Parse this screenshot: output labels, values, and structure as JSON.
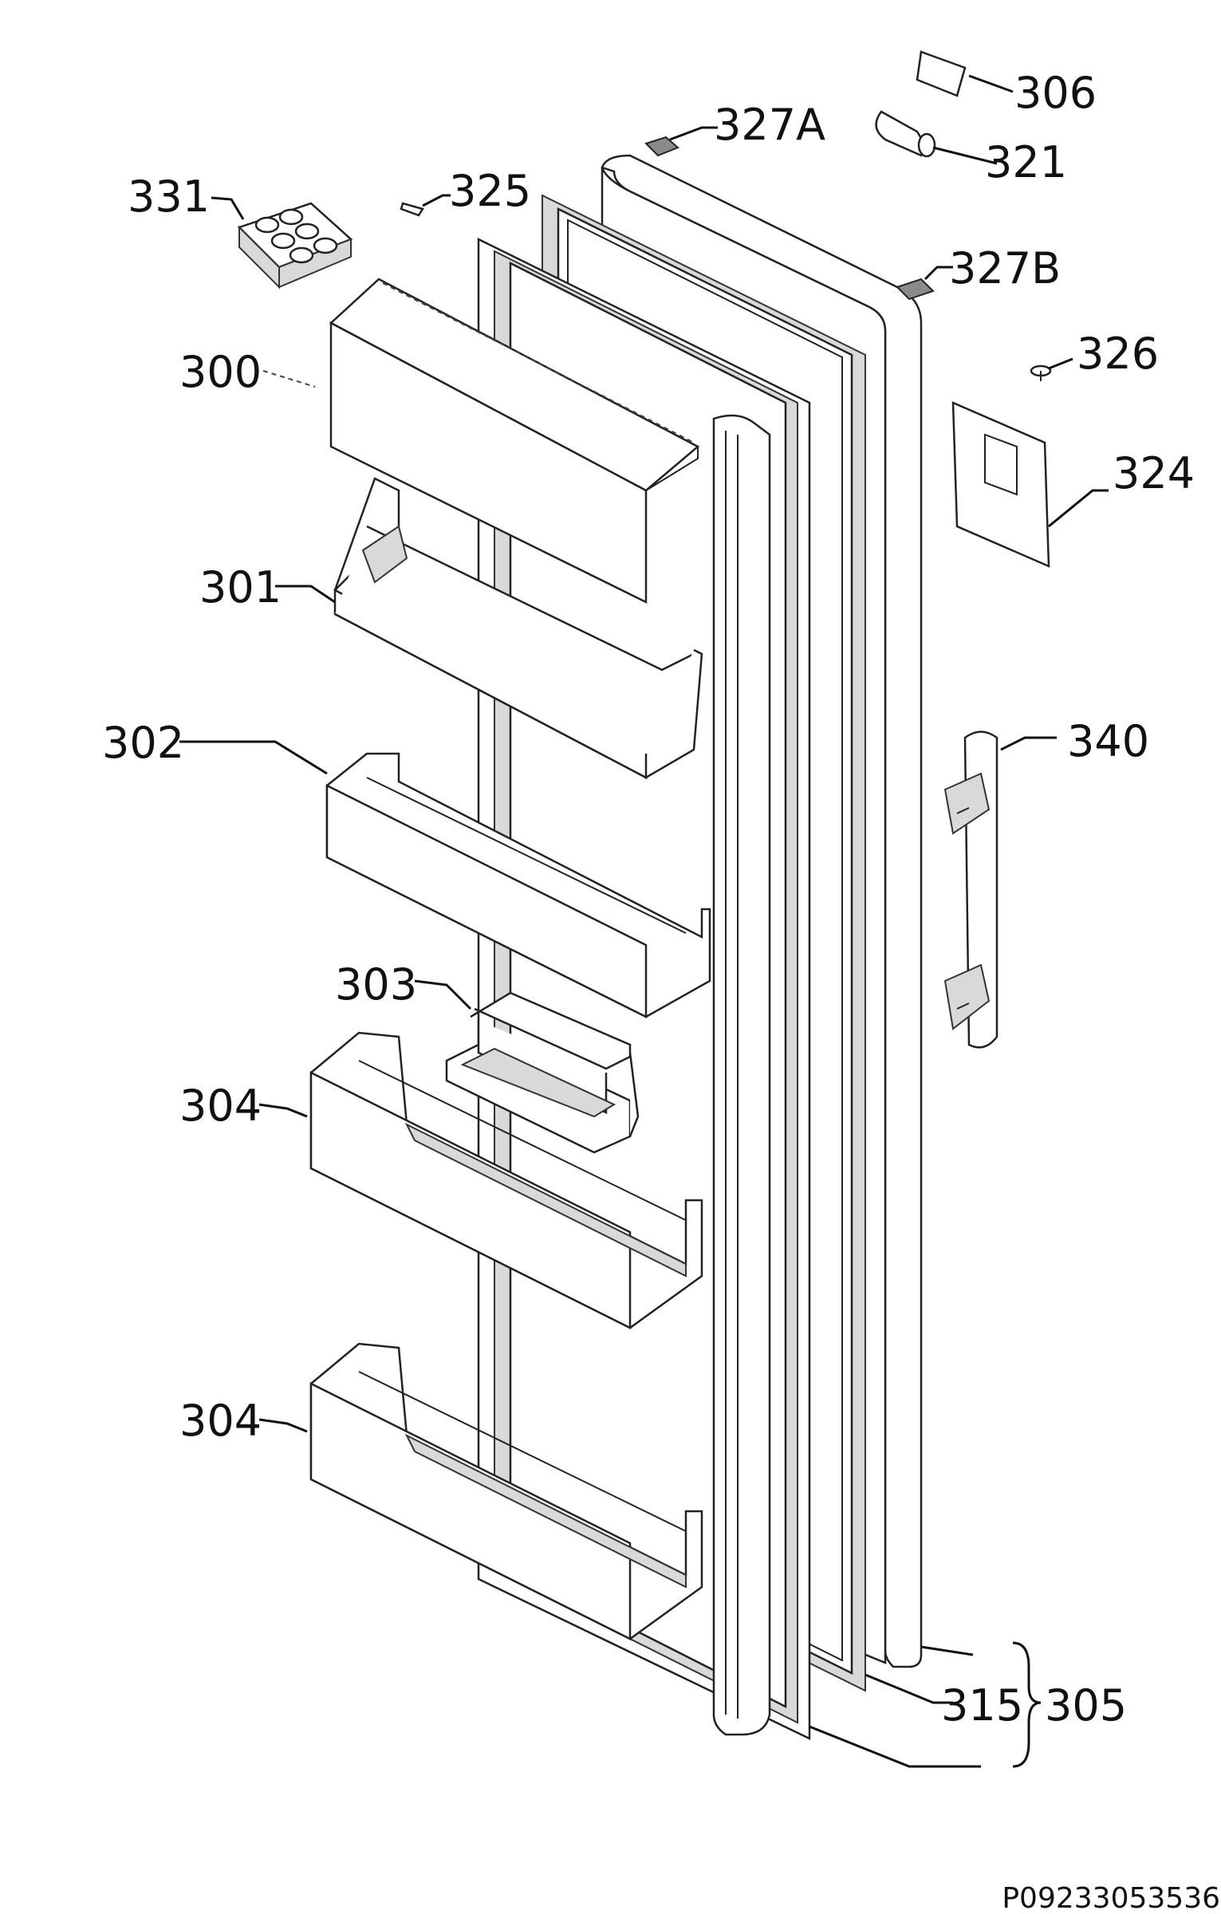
{
  "diagram": {
    "drawing_code": "P09233053536",
    "parts": [
      {
        "id": "306",
        "label": "306"
      },
      {
        "id": "321",
        "label": "321"
      },
      {
        "id": "327A",
        "label": "327A"
      },
      {
        "id": "325",
        "label": "325"
      },
      {
        "id": "331",
        "label": "331"
      },
      {
        "id": "327B",
        "label": "327B"
      },
      {
        "id": "326",
        "label": "326"
      },
      {
        "id": "300",
        "label": "300"
      },
      {
        "id": "324",
        "label": "324"
      },
      {
        "id": "301",
        "label": "301"
      },
      {
        "id": "302",
        "label": "302"
      },
      {
        "id": "340",
        "label": "340"
      },
      {
        "id": "303",
        "label": "303"
      },
      {
        "id": "304a",
        "label": "304"
      },
      {
        "id": "304b",
        "label": "304"
      },
      {
        "id": "315",
        "label": "315"
      },
      {
        "id": "305",
        "label": "305"
      }
    ]
  }
}
